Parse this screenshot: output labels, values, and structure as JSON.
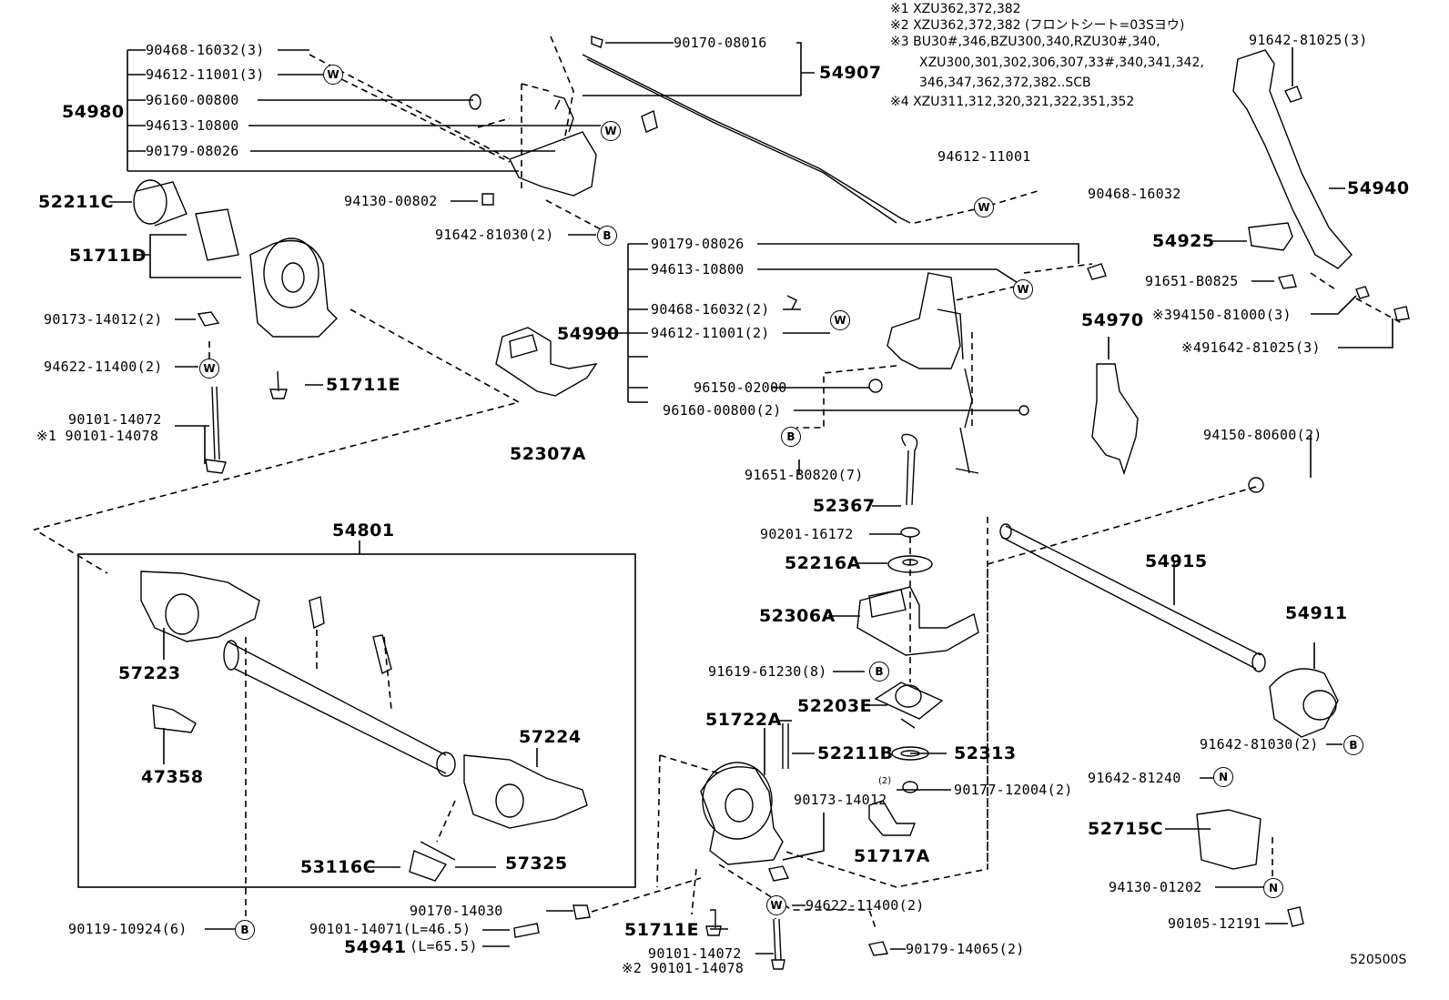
{
  "notes": [
    "※1 XZU362,372,382",
    "※2 XZU362,372,382 (フロントシート=03Sヨウ)",
    "※3 BU30#,346,BZU300,340,RZU30#,340,",
    "XZU300,301,302,306,307,33#,340,341,342,",
    "346,347,362,372,382..SCB",
    "※4 XZU311,312,320,321,322,351,352"
  ],
  "markers": {
    "w": "W",
    "b": "B",
    "n": "N"
  },
  "labels": {
    "l90468_16032_3": "90468-16032(3)",
    "l94612_11001_3": "94612-11001(3)",
    "l96160_00800": "96160-00800",
    "l94613_10800_a": "94613-10800",
    "l90179_08026_a": "90179-08026",
    "g54980": "54980",
    "l90170_08016": "90170-08016",
    "g54907": "54907",
    "l52211C": "52211C",
    "l51711D": "51711D",
    "l94130_00802": "94130-00802",
    "l91642_81030_2a": "91642-81030(2)",
    "l90173_14012_2": "90173-14012(2)",
    "l94622_11400_2a": "94622-11400(2)",
    "l51711E_a": "51711E",
    "l90101_14072_a": "90101-14072",
    "l90101_14078_a": "※1 90101-14078",
    "l94612_11001": "94612-11001",
    "l90468_16032": "90468-16032",
    "l90179_08026_b": "90179-08026",
    "l94613_10800_b": "94613-10800",
    "l90468_16032_2": "90468-16032(2)",
    "l94612_11001_2": "94612-11001(2)",
    "g54990": "54990",
    "l96150_02000": "96150-02000",
    "l96160_00800_2": "96160-00800(2)",
    "l52307A": "52307A",
    "l91651_B0820_7": "91651-B0820(7)",
    "l52367": "52367",
    "l90201_16172": "90201-16172",
    "l52216A": "52216A",
    "l52306A": "52306A",
    "l91642_81025_3": "91642-81025(3)",
    "l54940": "54940",
    "l54925": "54925",
    "l91651_B0825": "91651-B0825",
    "l394150_81000_3": "※394150-81000(3)",
    "l491642_81025_3": "※491642-81025(3)",
    "l54970": "54970",
    "l94150_80600_2": "94150-80600(2)",
    "g54801": "54801",
    "l57223": "57223",
    "l47358": "47358",
    "l57224": "57224",
    "l53116C": "53116C",
    "l57325": "57325",
    "l90119_10924_6": "90119-10924(6)",
    "l54915": "54915",
    "l54911": "54911",
    "l91642_81030_2b": "91642-81030(2)",
    "l91619_61230_8": "91619-61230(8)",
    "l52203E": "52203E",
    "l51722A": "51722A",
    "l52211B": "52211B",
    "l52313": "52313",
    "l90173_14012": "90173-14012",
    "l90177_12004_2": "90177-12004(2)",
    "l51717A": "51717A",
    "l91642_81240": "91642-81240",
    "l52715C": "52715C",
    "l94130_01202": "94130-01202",
    "l90105_12191": "90105-12191",
    "l90170_14030": "90170-14030",
    "l90101_14071": "90101-14071(L=46.5)",
    "l54941": "54941",
    "l54941_len": "(L=65.5)",
    "l51711E_b": "51711E",
    "l94622_11400_2b": "94622-11400(2)",
    "l90101_14072_b": "90101-14072",
    "l90101_14078_b": "※2 90101-14078",
    "l90179_14065_2": "90179-14065(2)",
    "ref_code": "520500S",
    "qty_2_small": "(2)"
  }
}
